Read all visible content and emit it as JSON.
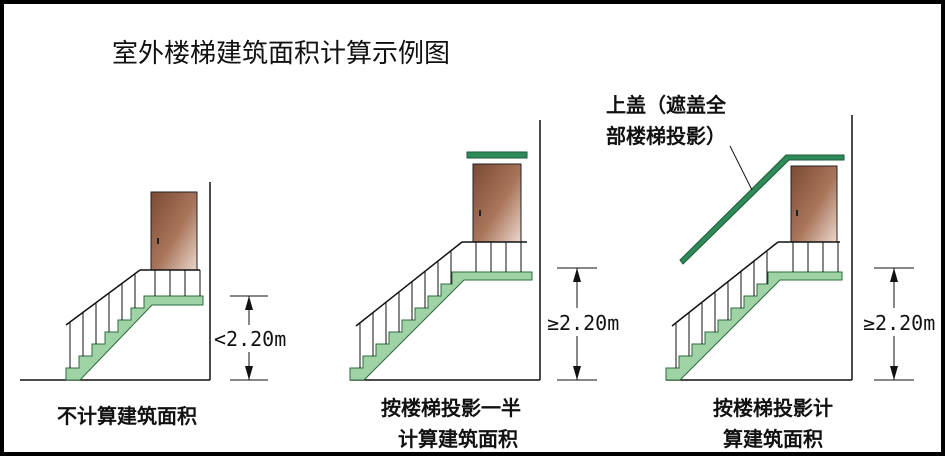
{
  "title": "室外楼梯建筑面积计算示例图",
  "panels": [
    {
      "caption_lines": [
        "不计算建筑面积"
      ],
      "dimension_label": "<2.20m"
    },
    {
      "caption_lines": [
        "按楼梯投影一半",
        "计算建筑面积"
      ],
      "dimension_label": "≥2.20m"
    },
    {
      "caption_lines": [
        "按楼梯投影计",
        "算建筑面积"
      ],
      "dimension_label": "≥2.20m",
      "callout_lines": [
        "上盖（遮盖全",
        "部楼梯投影）"
      ]
    }
  ],
  "colors": {
    "stair": "#9fd3a6",
    "canopy": "#2f8a5a",
    "door_dark": "#7b4a33",
    "door_light": "#e8cfc2",
    "line": "#111111"
  }
}
